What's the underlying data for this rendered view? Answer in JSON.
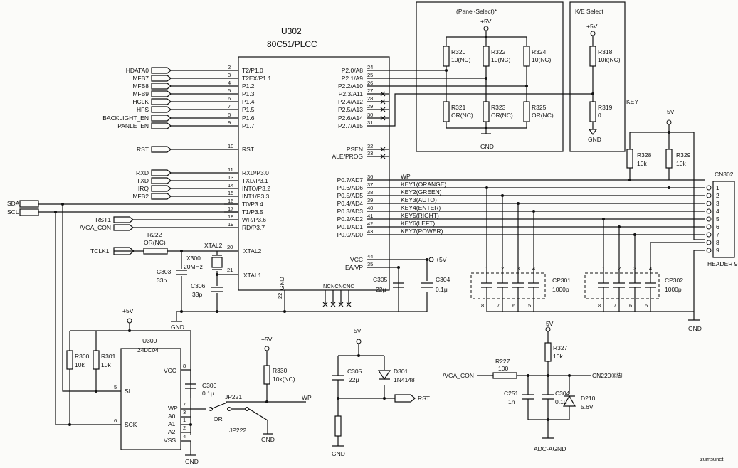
{
  "labels": {
    "plus5v": "+5V",
    "gnd": "GND"
  },
  "u302": {
    "ref": "U302",
    "part": "80C51/PLCC",
    "gnd_label": "GND",
    "gnd_pin": "22",
    "nc": [
      "NC",
      "NC",
      "NC",
      "NC"
    ],
    "left_pins": [
      {
        "num": "2",
        "name": "T2/P1.0",
        "tag": "HDATA0"
      },
      {
        "num": "3",
        "name": "T2EX/P1.1",
        "tag": "MFB7"
      },
      {
        "num": "4",
        "name": "P1.2",
        "tag": "MFB8"
      },
      {
        "num": "5",
        "name": "P1.3",
        "tag": "MFB9"
      },
      {
        "num": "6",
        "name": "P1.4",
        "tag": "HCLK"
      },
      {
        "num": "7",
        "name": "P1.5",
        "tag": "HFS"
      },
      {
        "num": "8",
        "name": "P1.6",
        "tag": "BACKLIGHT_EN"
      },
      {
        "num": "9",
        "name": "P1.7",
        "tag": "PANLE_EN"
      },
      {
        "num": "10",
        "name": "RST",
        "tag": "RST"
      },
      {
        "num": "11",
        "name": "RXD/P3.0",
        "tag": "RXD"
      },
      {
        "num": "13",
        "name": "TXD/P3.1",
        "tag": "TXD"
      },
      {
        "num": "14",
        "name": "INTO/P3.2",
        "tag": "IRQ"
      },
      {
        "num": "15",
        "name": "INT1/P3.3",
        "tag": "MFB2"
      },
      {
        "num": "16",
        "name": "T0/P3.4",
        "tag": ""
      },
      {
        "num": "17",
        "name": "T1/P3.5",
        "tag": ""
      },
      {
        "num": "18",
        "name": "WR/P3.6",
        "tag": "RST1"
      },
      {
        "num": "19",
        "name": "RD/P3.7",
        "tag": "/VGA_CON"
      }
    ],
    "right_pins": [
      {
        "num": "24",
        "name": "P2.0/A8",
        "net": ""
      },
      {
        "num": "25",
        "name": "P2.1/A9",
        "net": ""
      },
      {
        "num": "26",
        "name": "P2.2/A10",
        "net": ""
      },
      {
        "num": "27",
        "name": "P2.3/A11",
        "net": "x"
      },
      {
        "num": "28",
        "name": "P2.4/A12",
        "net": "x"
      },
      {
        "num": "29",
        "name": "P2.5/A13",
        "net": "x"
      },
      {
        "num": "30",
        "name": "P2.6/A14",
        "net": "x"
      },
      {
        "num": "31",
        "name": "P2.7/A15",
        "net": ""
      },
      {
        "num": "32",
        "name": "PSEN",
        "net": "x"
      },
      {
        "num": "33",
        "name": "ALE/PROG",
        "net": "x"
      },
      {
        "num": "36",
        "name": "P0.7/AD7",
        "net": "WP"
      },
      {
        "num": "37",
        "name": "P0.6/AD6",
        "net": "KEY1(ORANGE)"
      },
      {
        "num": "38",
        "name": "P0.5/AD5",
        "net": "KEY2(GREEN)"
      },
      {
        "num": "39",
        "name": "P0.4/AD4",
        "net": "KEY3(AUTO)"
      },
      {
        "num": "40",
        "name": "P0.3/AD3",
        "net": "KEY4(ENTER)"
      },
      {
        "num": "41",
        "name": "P0.2/AD2",
        "net": "KEY5(RIGHT)"
      },
      {
        "num": "42",
        "name": "P0.1/AD1",
        "net": "KEY6(LEFT)"
      },
      {
        "num": "43",
        "name": "P0.0/AD0",
        "net": "KEY7(POWER)"
      },
      {
        "num": "44",
        "name": "VCC",
        "net": ""
      },
      {
        "num": "35",
        "name": "EA/VP",
        "net": ""
      }
    ]
  },
  "tags": {
    "tclk1": "TCLK1",
    "sda": "SDA",
    "scl": "SCL"
  },
  "crystal": {
    "xtal2": "XTAL2",
    "xtal1": "XTAL1",
    "pin20": "20",
    "pin21": "21",
    "ref": "X300",
    "val": "20MHz"
  },
  "caps": {
    "c303": {
      "ref": "C303",
      "val": "33p"
    },
    "c306": {
      "ref": "C306",
      "val": "33p"
    },
    "c305a": {
      "ref": "C305",
      "val": "22μ"
    },
    "c304a": {
      "ref": "C304",
      "val": "0.1μ"
    },
    "c300": {
      "ref": "C300",
      "val": "0.1μ"
    },
    "c305b": {
      "ref": "C305",
      "val": "22μ"
    }
  },
  "resistors": {
    "r222": {
      "ref": "R222",
      "val": "OR(NC)"
    },
    "r300": {
      "ref": "R300",
      "val": "10k"
    },
    "r301": {
      "ref": "R301",
      "val": "10k"
    },
    "r330": {
      "ref": "R330",
      "val": "10k(NC)"
    }
  },
  "panel_select": {
    "title": "(Panel-Select)*",
    "r320": {
      "ref": "R320",
      "val": "10(NC)"
    },
    "r322": {
      "ref": "R322",
      "val": "10(NC)"
    },
    "r324": {
      "ref": "R324",
      "val": "10(NC)"
    },
    "r321": {
      "ref": "R321",
      "val": "OR(NC)"
    },
    "r323": {
      "ref": "R323",
      "val": "OR(NC)"
    },
    "r325": {
      "ref": "R325",
      "val": "OR(NC)"
    }
  },
  "ke_select": {
    "title": "K/E Select",
    "key": "KEY",
    "r318": {
      "ref": "R318",
      "val": "10k(NC)"
    },
    "r319": {
      "ref": "R319",
      "val": "0"
    }
  },
  "pullups": {
    "r328": {
      "ref": "R328",
      "val": "10k"
    },
    "r329": {
      "ref": "R329",
      "val": "10k"
    }
  },
  "cn302": {
    "ref": "CN302",
    "type": "HEADER 9",
    "pins": [
      "1",
      "2",
      "3",
      "4",
      "5",
      "6",
      "7",
      "8",
      "9"
    ]
  },
  "cps": {
    "cp301": {
      "ref": "CP301",
      "val": "1000p",
      "top": [
        "1",
        "2",
        "3",
        "4"
      ],
      "bottom": [
        "8",
        "7",
        "6",
        "5"
      ]
    },
    "cp302": {
      "ref": "CP302",
      "val": "1000p",
      "top": [
        "1",
        "2",
        "3",
        "4"
      ],
      "bottom": [
        "8",
        "7",
        "6",
        "5"
      ]
    }
  },
  "u300": {
    "ref": "U300",
    "part": "24LC04",
    "si": "SI",
    "sck": "SCK",
    "vcc": "VCC",
    "wp": "WP",
    "a0": "A0",
    "a1": "A1",
    "a2": "A2",
    "vss": "VSS",
    "p5": "5",
    "p6": "6",
    "p8": "8",
    "p7": "7",
    "p3": "3",
    "p1": "1",
    "p2": "2",
    "p4": "4"
  },
  "jumpers": {
    "or": "OR",
    "jp221": "JP221",
    "jp222": "JP222",
    "wp": "WP"
  },
  "reset": {
    "rst": "RST",
    "d301_ref": "D301",
    "d301_val": "1N4148"
  },
  "vga": {
    "vga_con": "/VGA_CON",
    "r227_ref": "R227",
    "r227_val": "100",
    "r327_ref": "R327",
    "r327_val": "10k",
    "cn220": "CN220⑧脚",
    "c251_ref": "C251",
    "c251_val": "1n",
    "c304b_ref": "C304",
    "c304b_val": "0.1μ",
    "d210_ref": "D210",
    "d210_val": "5.6V",
    "adc_agnd": "ADC-AGND"
  },
  "watermark": "zumsunet"
}
